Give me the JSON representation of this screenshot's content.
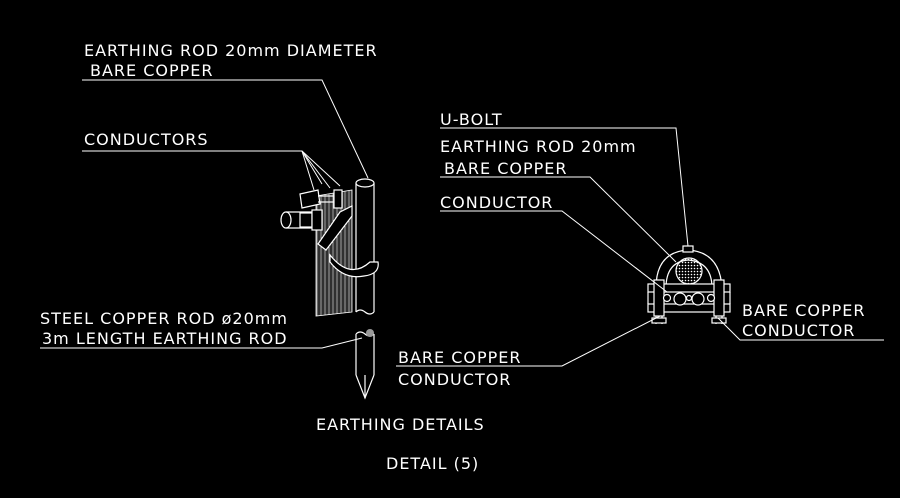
{
  "colors": {
    "background": "#000000",
    "linework": "#ffffff",
    "hatch": "#bbbbbb",
    "clamp": "#ffffff",
    "rod_core": "#888888"
  },
  "left_detail": {
    "rod_label_1": "EARTHING ROD 20mm DIAMETER",
    "rod_label_2": "BARE COPPER",
    "conductors_label": "CONDUCTORS",
    "steel_rod_label_1": "STEEL COPPER ROD ø20mm",
    "steel_rod_label_2": "3m LENGTH EARTHING ROD",
    "title": "EARTHING DETAILS"
  },
  "right_detail": {
    "ubolt_label": "U-BOLT",
    "rod_label_1": "EARTHING ROD 20mm",
    "rod_label_2": "BARE COPPER",
    "conductor_label": "CONDUCTOR",
    "left_conductor_label_1": "BARE COPPER",
    "left_conductor_label_2": "CONDUCTOR",
    "right_conductor_label_1": "BARE COPPER",
    "right_conductor_label_2": "CONDUCTOR"
  },
  "footer": {
    "detail_ref": "DETAIL (5)"
  }
}
